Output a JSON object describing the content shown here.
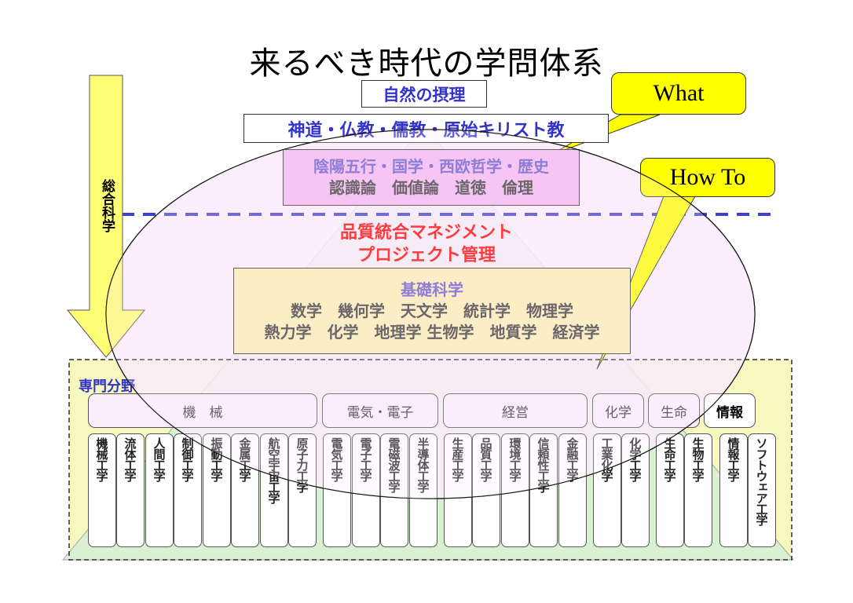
{
  "title": "来るべき時代の学問体系",
  "top_box": "自然の摂理",
  "religion_box": "神道・仏教・儒教・原始キリスト教",
  "philosophy_box": {
    "line1": "陰陽五行・国学・西欧哲学・歴史",
    "line2": "認識論　価値論　道徳　倫理"
  },
  "management": {
    "line1": "品質統合マネジメント",
    "line2": "プロジェクト管理"
  },
  "basic_science": {
    "heading": "基礎科学",
    "line1": "数学　幾何学　天文学　統計学　物理学",
    "line2": "熱力学　化学　地理学 生物学　地質学　経済学"
  },
  "callouts": {
    "what": "What",
    "howto": "How To"
  },
  "arrow_label": "総合科学",
  "specialty": {
    "label": "専門分野",
    "categories": [
      {
        "label": "機　械"
      },
      {
        "label": "電気・電子"
      },
      {
        "label": "経営"
      },
      {
        "label": "化学"
      },
      {
        "label": "生命"
      },
      {
        "label": "情報"
      }
    ],
    "fields": [
      "機械工学",
      "流体工学",
      "人間工学",
      "制御工学",
      "振動工学",
      "金属工学",
      "航空宇宙工学",
      "原子力工学",
      "電気工学",
      "電子工学",
      "電磁波工学",
      "半導体工学",
      "生産工学",
      "品質工学",
      "環境工学",
      "信頼性工学",
      "金融工学",
      "工業化学",
      "化学工学",
      "生命工学",
      "生物工学",
      "情報工学",
      "ソフトウェア工学"
    ]
  },
  "colors": {
    "pyramid": "#d4f0d4",
    "ellipse": "#fbeafb",
    "philosophy_fill": "#f4b8f0",
    "basic_science_fill": "#fbeeb4",
    "specialty_fill": "#f6f8c0",
    "callout_fill": "#ffff00",
    "arrow_fill": "#ffff66",
    "dashed_line": "#3333cc"
  }
}
